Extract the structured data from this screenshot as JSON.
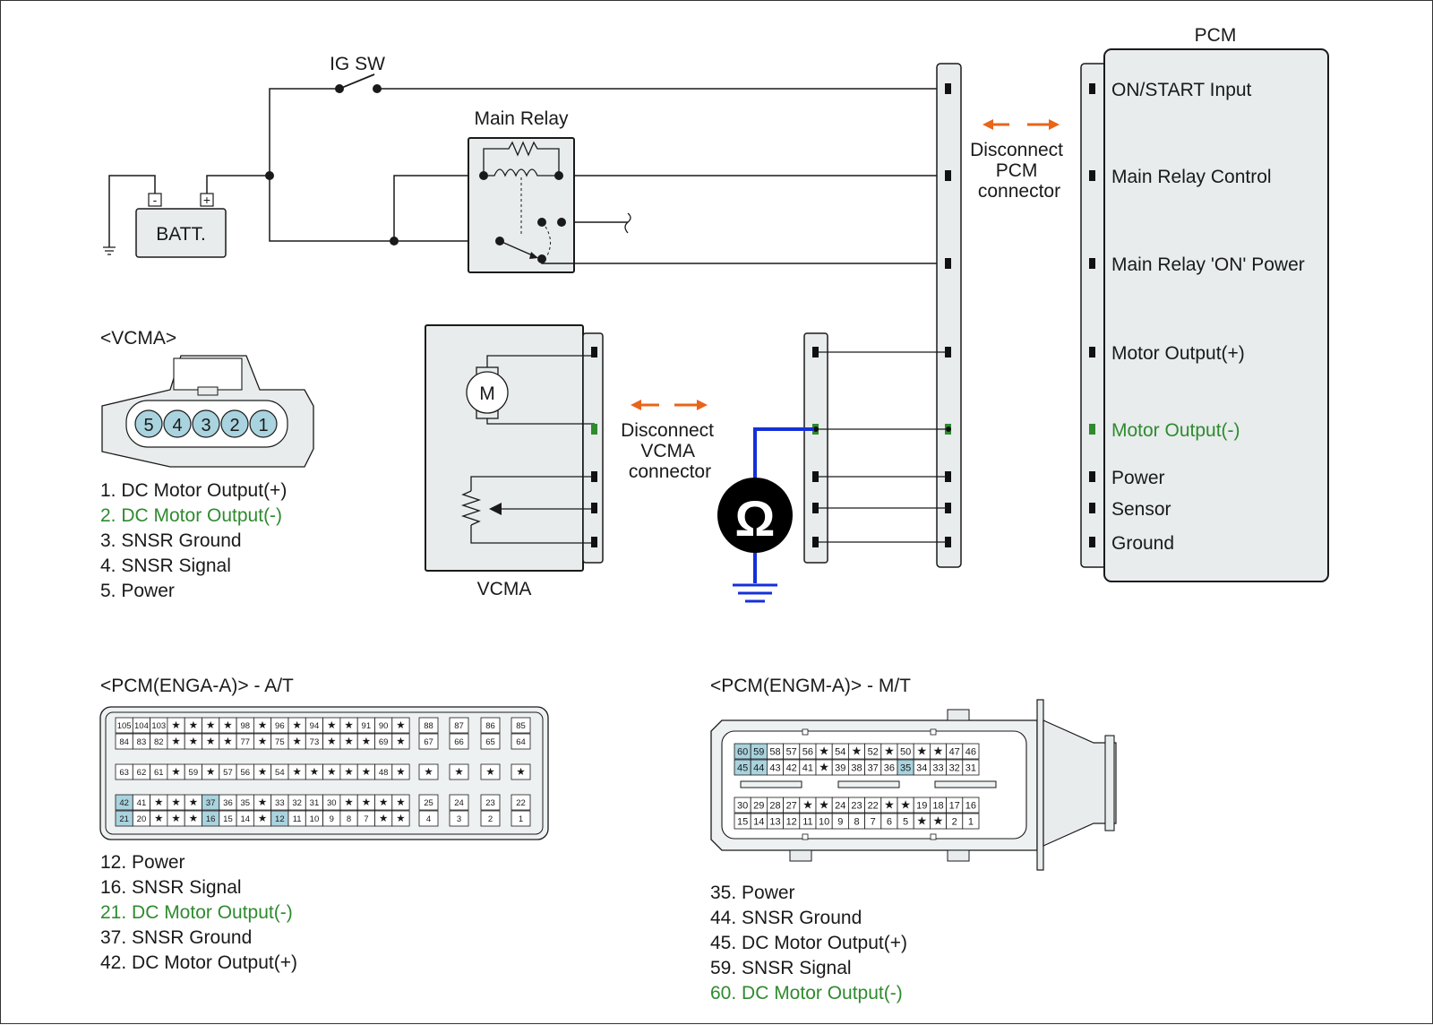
{
  "title": "PCM",
  "colors": {
    "wire": "#1a1a1a",
    "box_fill": "#e8eced",
    "arrow": "#e8651a",
    "highlight_green": "#2e8b2e",
    "meter_lead": "#1530d8",
    "pin_highlight": "#a9d3de"
  },
  "switch": {
    "label": "IG SW"
  },
  "battery": {
    "label": "BATT.",
    "minus": "-",
    "plus": "+"
  },
  "relay": {
    "label": "Main Relay"
  },
  "vcma": {
    "label": "VCMA",
    "motor": "M"
  },
  "meter": {
    "symbol": "Ω"
  },
  "pcm": {
    "label": "PCM",
    "pins": [
      {
        "label": "ON/START Input",
        "highlight": false
      },
      {
        "label": "Main Relay Control",
        "highlight": false
      },
      {
        "label": "Main Relay 'ON' Power",
        "highlight": false
      },
      {
        "label": "Motor Output(+)",
        "highlight": false
      },
      {
        "label": "Motor Output(-)",
        "highlight": true
      },
      {
        "label": "Power",
        "highlight": false
      },
      {
        "label": "Sensor",
        "highlight": false
      },
      {
        "label": "Ground",
        "highlight": false
      }
    ]
  },
  "disconnect_pcm": {
    "lines": [
      "Disconnect",
      "PCM",
      "connector"
    ]
  },
  "disconnect_vcma": {
    "lines": [
      "Disconnect",
      "VCMA",
      "connector"
    ]
  },
  "vcma_connector": {
    "title": "<VCMA>",
    "pins": [
      "5",
      "4",
      "3",
      "2",
      "1"
    ],
    "legend": [
      {
        "text": "1. DC Motor Output(+)",
        "highlight": false
      },
      {
        "text": "2. DC Motor Output(-)",
        "highlight": true
      },
      {
        "text": "3. SNSR Ground",
        "highlight": false
      },
      {
        "text": "4. SNSR Signal",
        "highlight": false
      },
      {
        "text": "5. Power",
        "highlight": false
      }
    ]
  },
  "pcm_at": {
    "title": "<PCM(ENGA-A)> - A/T",
    "row1": [
      "105",
      "104",
      "103",
      "*",
      "*",
      "*",
      "*",
      "98",
      "*",
      "96",
      "*",
      "94",
      "*",
      "*",
      "91",
      "90",
      "*"
    ],
    "row2": [
      "84",
      "83",
      "82",
      "*",
      "*",
      "*",
      "*",
      "77",
      "*",
      "75",
      "*",
      "73",
      "*",
      "*",
      "*",
      "69",
      "*"
    ],
    "row3": [
      "63",
      "62",
      "61",
      "*",
      "59",
      "*",
      "57",
      "56",
      "*",
      "54",
      "*",
      "*",
      "*",
      "*",
      "*",
      "48",
      "*"
    ],
    "row4": [
      "42",
      "41",
      "*",
      "*",
      "*",
      "37",
      "36",
      "35",
      "*",
      "33",
      "32",
      "31",
      "30",
      "*",
      "*",
      "*",
      "*"
    ],
    "row5": [
      "21",
      "20",
      "*",
      "*",
      "*",
      "16",
      "15",
      "14",
      "*",
      "12",
      "11",
      "10",
      "9",
      "8",
      "7",
      "*",
      "*"
    ],
    "right1": [
      "88",
      "87",
      "86",
      "85"
    ],
    "right2": [
      "67",
      "66",
      "65",
      "64"
    ],
    "right3": [
      "*",
      "*",
      "*",
      "*"
    ],
    "right4": [
      "25",
      "24",
      "23",
      "22"
    ],
    "right5": [
      "4",
      "3",
      "2",
      "1"
    ],
    "highlighted": [
      "42",
      "21",
      "37",
      "16",
      "12"
    ],
    "legend": [
      {
        "text": "12. Power",
        "highlight": false
      },
      {
        "text": "16. SNSR Signal",
        "highlight": false
      },
      {
        "text": "21. DC Motor Output(-)",
        "highlight": true
      },
      {
        "text": "37. SNSR Ground",
        "highlight": false
      },
      {
        "text": "42. DC Motor Output(+)",
        "highlight": false
      }
    ]
  },
  "pcm_mt": {
    "title": "<PCM(ENGM-A)> - M/T",
    "row1": [
      "60",
      "59",
      "58",
      "57",
      "56",
      "*",
      "54",
      "*",
      "52",
      "*",
      "50",
      "*",
      "*",
      "47",
      "46"
    ],
    "row2": [
      "45",
      "44",
      "43",
      "42",
      "41",
      "*",
      "39",
      "38",
      "37",
      "36",
      "35",
      "34",
      "33",
      "32",
      "31"
    ],
    "row3": [
      "30",
      "29",
      "28",
      "27",
      "*",
      "*",
      "24",
      "23",
      "22",
      "*",
      "*",
      "19",
      "18",
      "17",
      "16"
    ],
    "row4": [
      "15",
      "14",
      "13",
      "12",
      "11",
      "10",
      "9",
      "8",
      "7",
      "6",
      "5",
      "*",
      "*",
      "2",
      "1"
    ],
    "highlighted": [
      "60",
      "59",
      "45",
      "44",
      "35"
    ],
    "legend": [
      {
        "text": "35. Power",
        "highlight": false
      },
      {
        "text": "44. SNSR Ground",
        "highlight": false
      },
      {
        "text": "45. DC Motor Output(+)",
        "highlight": false
      },
      {
        "text": "59. SNSR Signal",
        "highlight": false
      },
      {
        "text": "60. DC Motor Output(-)",
        "highlight": true
      }
    ]
  }
}
